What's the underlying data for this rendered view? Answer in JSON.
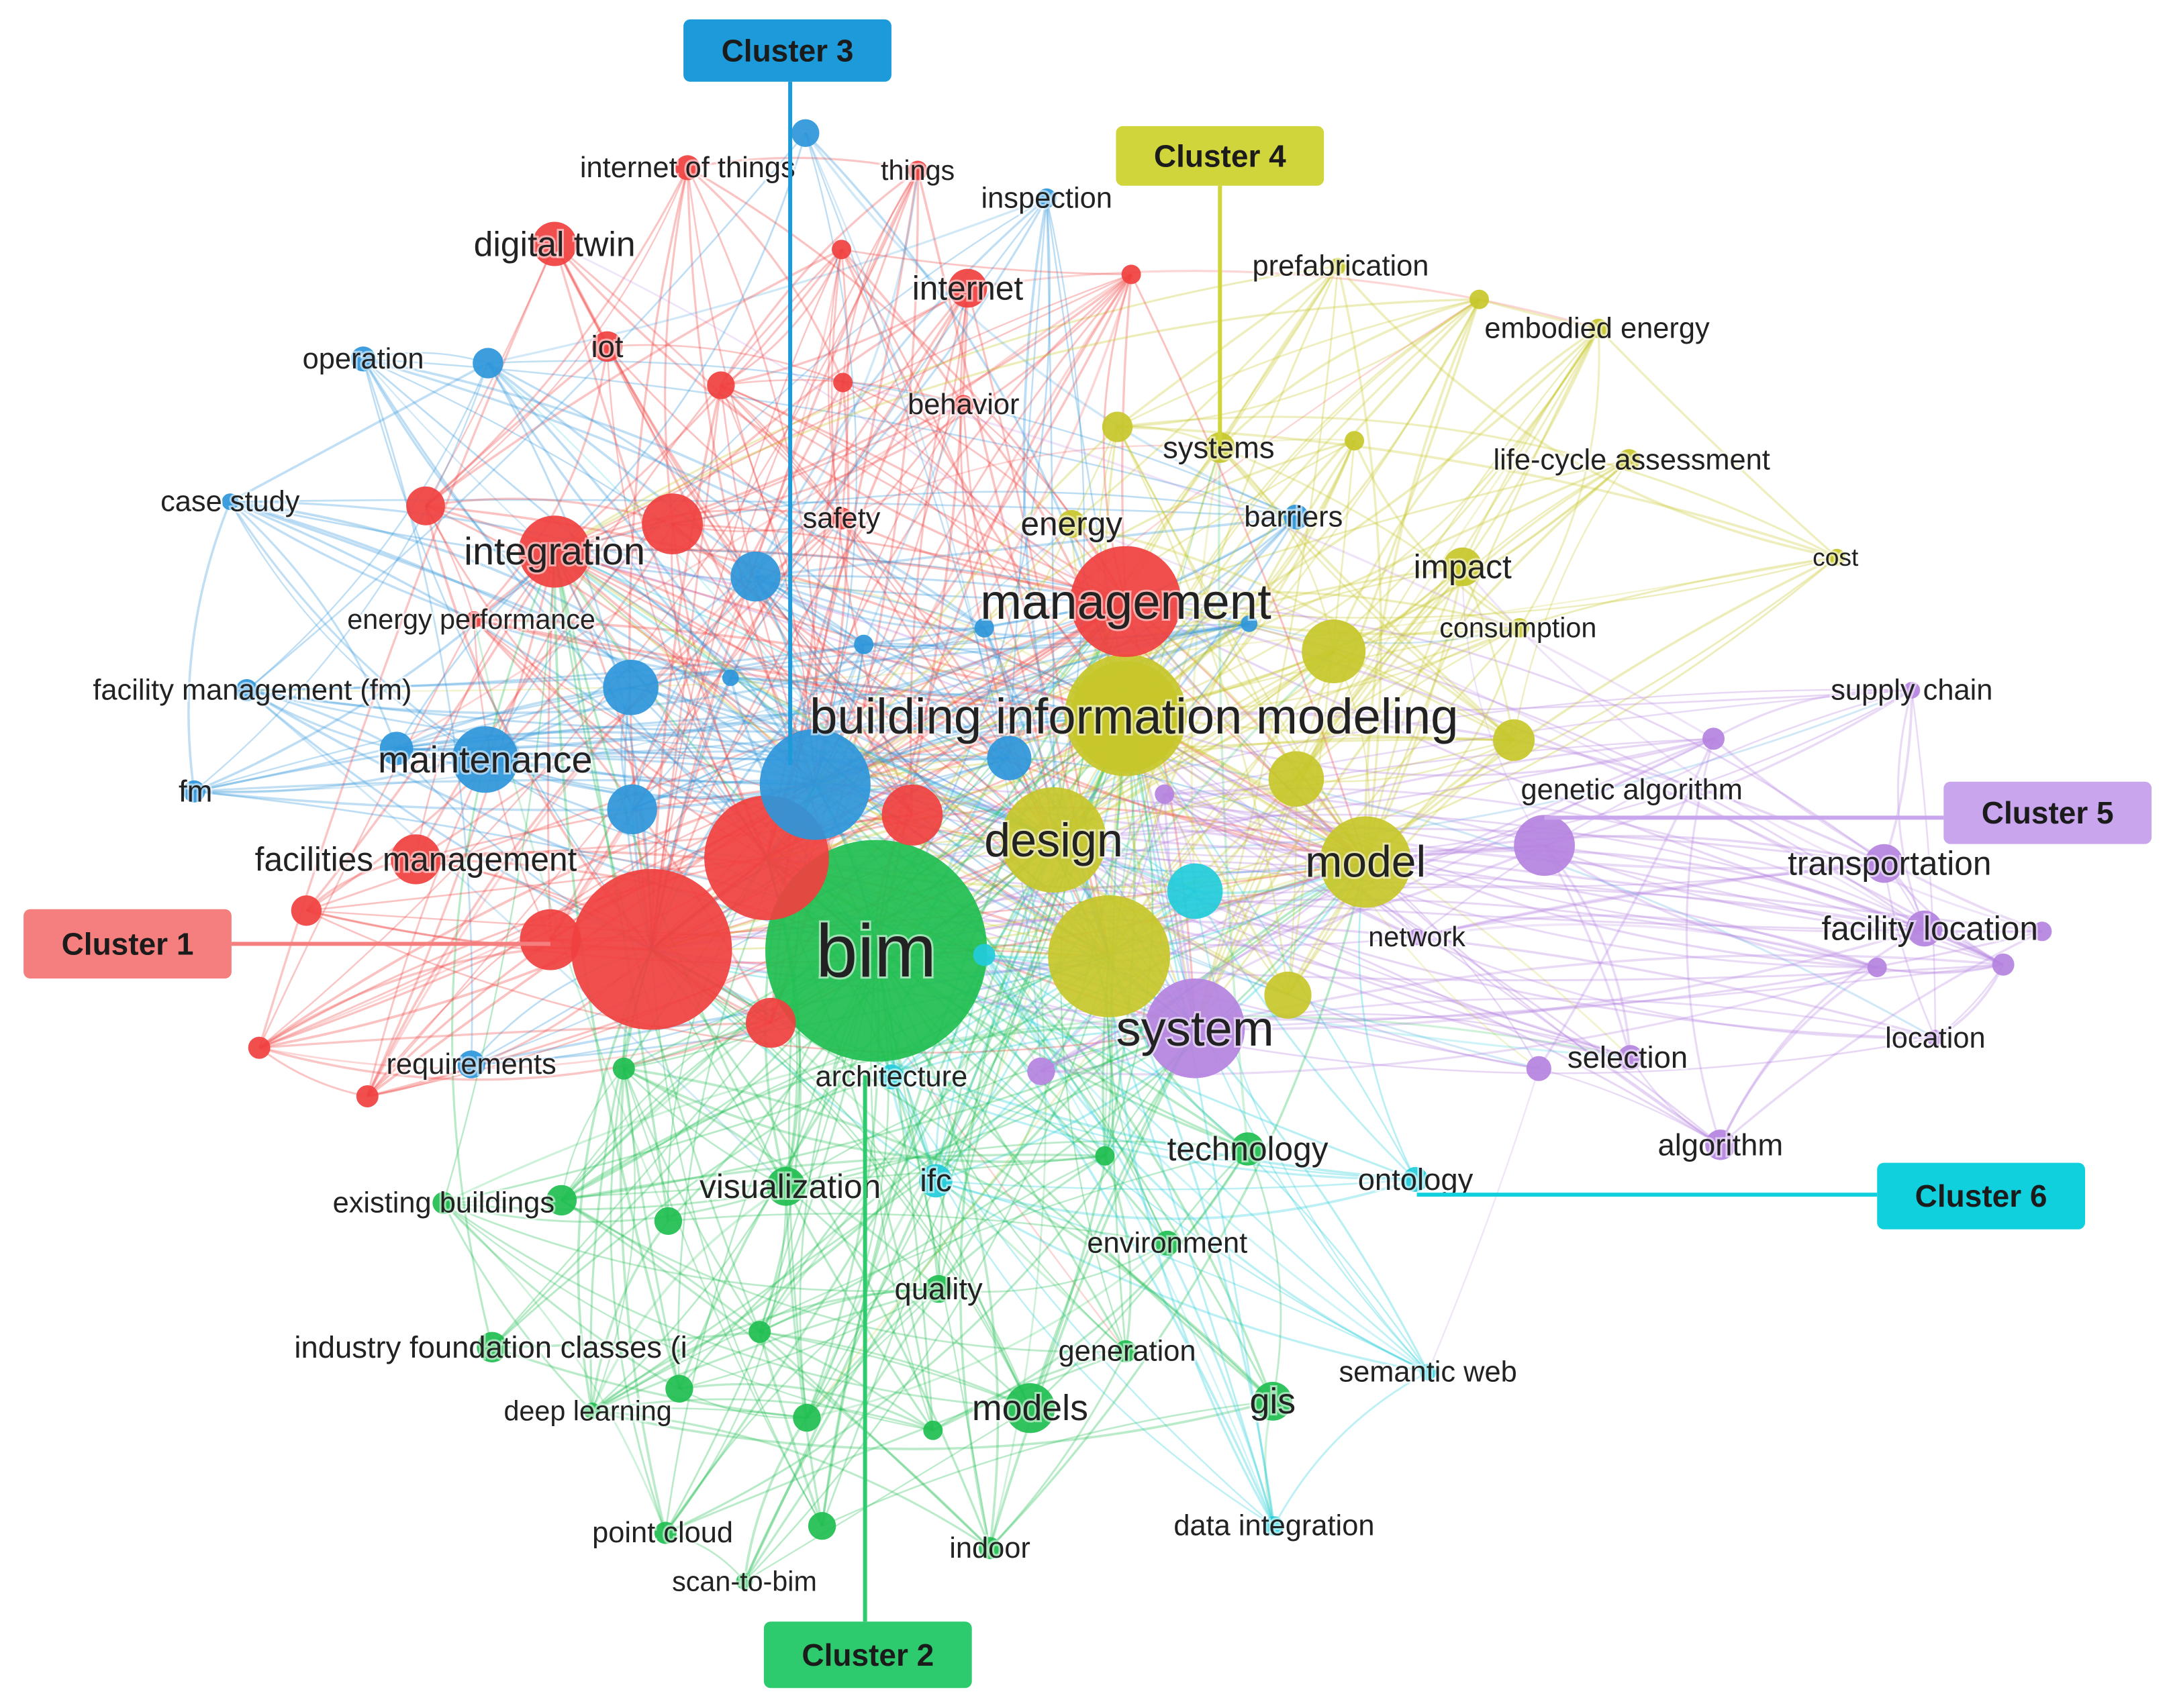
{
  "colors": {
    "cluster1": "#f0403f",
    "cluster2": "#1fbe50",
    "cluster3": "#2e96da",
    "cluster4": "#c7c72a",
    "cluster5": "#b583e0",
    "cluster6": "#22ccdb",
    "label_red": "#f47f7e",
    "label_green": "#2ecb6e",
    "label_blue": "#1c9ad9",
    "label_yellow": "#d1d53c",
    "label_purple": "#c8a5ec",
    "label_cyan": "#10d0de"
  },
  "clusters": [
    {
      "label": "Cluster 1",
      "cluster": 1
    },
    {
      "label": "Cluster 2",
      "cluster": 2
    },
    {
      "label": "Cluster 3",
      "cluster": 3
    },
    {
      "label": "Cluster 4",
      "cluster": 4
    },
    {
      "label": "Cluster 5",
      "cluster": 5
    },
    {
      "label": "Cluster 6",
      "cluster": 6
    }
  ],
  "keywords": [
    {
      "label": "bim",
      "cluster": 2
    },
    {
      "label": "building information modeling",
      "cluster": 4
    },
    {
      "label": "management",
      "cluster": 1
    },
    {
      "label": "design",
      "cluster": 4
    },
    {
      "label": "model",
      "cluster": 4
    },
    {
      "label": "system",
      "cluster": 5
    },
    {
      "label": "integration",
      "cluster": 1
    },
    {
      "label": "maintenance",
      "cluster": 3
    },
    {
      "label": "facilities management",
      "cluster": 1
    },
    {
      "label": "digital twin",
      "cluster": 1
    },
    {
      "label": "internet",
      "cluster": 1
    },
    {
      "label": "iot",
      "cluster": 1
    },
    {
      "label": "internet of things",
      "cluster": 1
    },
    {
      "label": "things",
      "cluster": 1
    },
    {
      "label": "inspection",
      "cluster": 3
    },
    {
      "label": "operation",
      "cluster": 3
    },
    {
      "label": "case study",
      "cluster": 3
    },
    {
      "label": "behavior",
      "cluster": 1
    },
    {
      "label": "safety",
      "cluster": 1
    },
    {
      "label": "energy",
      "cluster": 4
    },
    {
      "label": "energy performance",
      "cluster": 1
    },
    {
      "label": "facility management (fm)",
      "cluster": 3
    },
    {
      "label": "fm",
      "cluster": 3
    },
    {
      "label": "requirements",
      "cluster": 3
    },
    {
      "label": "architecture",
      "cluster": 6
    },
    {
      "label": "existing buildings",
      "cluster": 2
    },
    {
      "label": "visualization",
      "cluster": 2
    },
    {
      "label": "ifc",
      "cluster": 6
    },
    {
      "label": "technology",
      "cluster": 2
    },
    {
      "label": "ontology",
      "cluster": 6
    },
    {
      "label": "environment",
      "cluster": 2
    },
    {
      "label": "quality",
      "cluster": 2
    },
    {
      "label": "industry foundation classes (i",
      "cluster": 2
    },
    {
      "label": "generation",
      "cluster": 2
    },
    {
      "label": "semantic web",
      "cluster": 6
    },
    {
      "label": "deep learning",
      "cluster": 2
    },
    {
      "label": "models",
      "cluster": 2
    },
    {
      "label": "gis",
      "cluster": 2
    },
    {
      "label": "point cloud",
      "cluster": 2
    },
    {
      "label": "indoor",
      "cluster": 2
    },
    {
      "label": "data integration",
      "cluster": 6
    },
    {
      "label": "scan-to-bim",
      "cluster": 2
    },
    {
      "label": "prefabrication",
      "cluster": 4
    },
    {
      "label": "embodied energy",
      "cluster": 4
    },
    {
      "label": "systems",
      "cluster": 4
    },
    {
      "label": "life-cycle assessment",
      "cluster": 4
    },
    {
      "label": "barriers",
      "cluster": 3
    },
    {
      "label": "impact",
      "cluster": 4
    },
    {
      "label": "cost",
      "cluster": 4
    },
    {
      "label": "consumption",
      "cluster": 4
    },
    {
      "label": "supply chain",
      "cluster": 5
    },
    {
      "label": "genetic algorithm",
      "cluster": 5
    },
    {
      "label": "transportation",
      "cluster": 5
    },
    {
      "label": "facility location",
      "cluster": 5
    },
    {
      "label": "network",
      "cluster": 5
    },
    {
      "label": "location",
      "cluster": 5
    },
    {
      "label": "selection",
      "cluster": 5
    },
    {
      "label": "algorithm",
      "cluster": 5
    }
  ]
}
